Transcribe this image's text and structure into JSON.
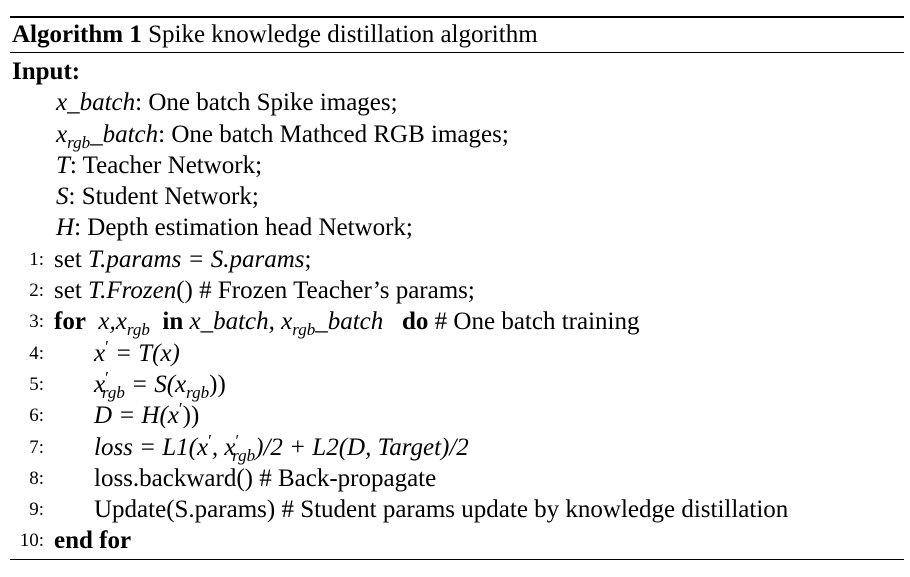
{
  "caption": {
    "label": "Algorithm 1",
    "title": "Spike knowledge distillation algorithm"
  },
  "input_label": "Input:",
  "inputs": [
    {
      "var": "x_batch",
      "text": ": One batch Spike images;"
    },
    {
      "var_main": "x",
      "var_sub": "rgb",
      "var_rest": "_batch",
      "text": ": One batch Mathced RGB images;"
    },
    {
      "var": "T",
      "text": ": Teacher Network;"
    },
    {
      "var": "S",
      "text": ": Student Network;"
    },
    {
      "var": "H",
      "text": ": Depth estimation head Network;"
    }
  ],
  "steps": [
    {
      "num": "1:",
      "pre": "set ",
      "math": "T.params = S.params",
      "post": ";"
    },
    {
      "num": "2:",
      "pre": "set ",
      "math": "T.Frozen",
      "math_paren": "()",
      "post": " # Frozen Teacher’s params;"
    },
    {
      "num": "3:",
      "kw_for": "for",
      "vars": "x,x",
      "vars_sub": "rgb",
      "kw_in": "in",
      "iter": "x_batch, x",
      "iter_sub": "rgb",
      "iter_rest": "_batch",
      "kw_do": "do",
      "post": " # One batch training"
    },
    {
      "num": "4:",
      "lhs": "x",
      "rhs": "= T(x)"
    },
    {
      "num": "5:",
      "lhs": "x",
      "lhs_sub": "rgb",
      "rhs": "= S(x",
      "rhs_sub": "rgb",
      "rhs_end": "))"
    },
    {
      "num": "6:",
      "lhs": "D",
      "rhs": "= H(x",
      "rhs_end": "))"
    },
    {
      "num": "7:",
      "lhs": "loss",
      "rhs": "= L1(x",
      "mid": ", x",
      "mid_sub": "rgb",
      "rhs_end": ")/2 + L2(D, Target)/2"
    },
    {
      "num": "8:",
      "text": "loss.backward() # Back-propagate"
    },
    {
      "num": "9:",
      "text": "Update(S.params) # Student params update by knowledge distillation"
    },
    {
      "num": "10:",
      "kw_end": "end for"
    }
  ]
}
